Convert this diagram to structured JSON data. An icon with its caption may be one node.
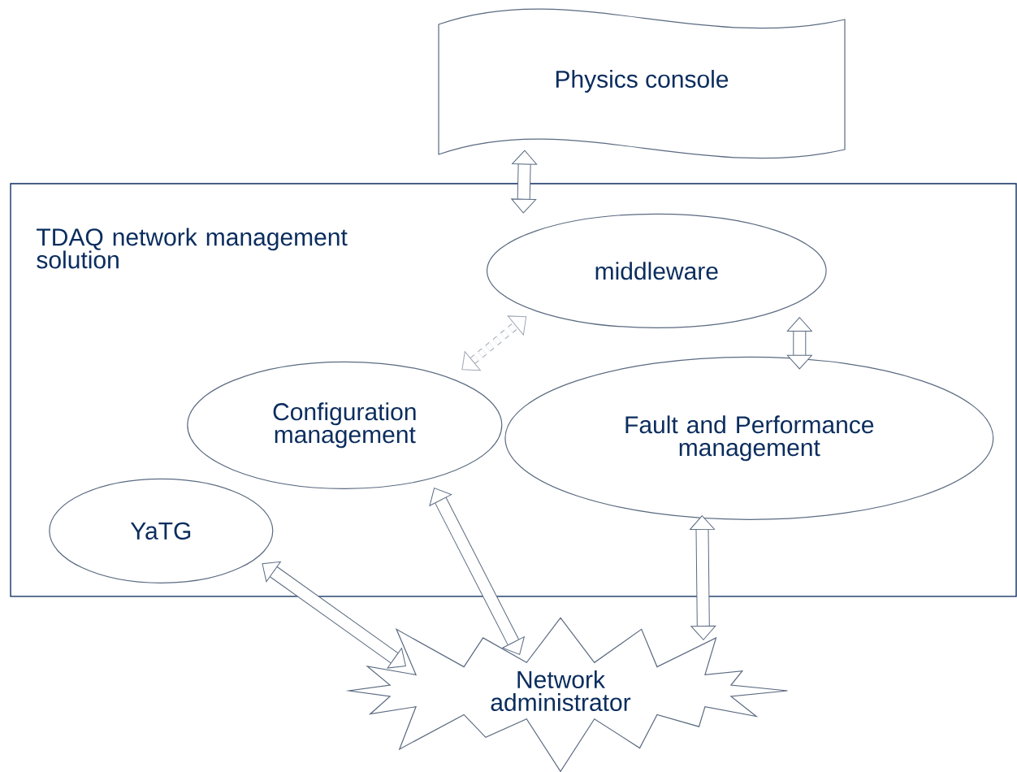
{
  "diagram": {
    "nodes": [
      {
        "text": [
          "Physics console"
        ]
      },
      {
        "text": [
          "TDAQ network management solution"
        ]
      },
      {
        "text": [
          "middleware"
        ],
        "in": 1
      },
      {
        "text": [
          "Configuration management"
        ],
        "in": 1
      },
      {
        "text": [
          "Fault and Performance management"
        ],
        "in": 1
      },
      {
        "text": [
          "YaTG"
        ],
        "in": 1
      },
      {
        "text": [
          "Network administrator"
        ]
      }
    ],
    "edges": [
      {
        "from": 0,
        "to": 2,
        "arrow": "both"
      },
      {
        "from": 3,
        "to": 2,
        "arrow": "both",
        "style": "dashed"
      },
      {
        "from": 2,
        "to": 4,
        "arrow": "both"
      },
      {
        "from": 3,
        "to": 6,
        "arrow": "both"
      },
      {
        "from": 4,
        "to": 6,
        "arrow": "both"
      },
      {
        "from": 5,
        "to": 6,
        "arrow": "both"
      }
    ]
  }
}
